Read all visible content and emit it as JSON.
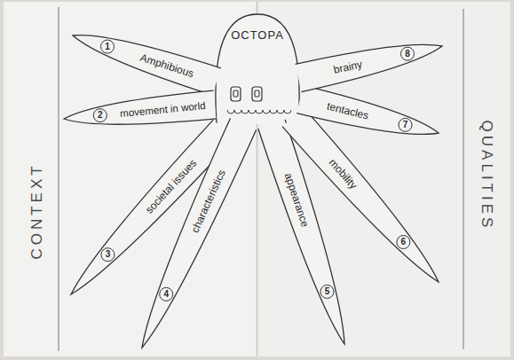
{
  "diagram": {
    "nodes": [
      {
        "text": [
          "OCTOPA"
        ]
      },
      {
        "text": [
          "Amphibious"
        ]
      },
      {
        "text": [
          "1"
        ],
        "in": 1
      },
      {
        "text": [
          "movement in world"
        ]
      },
      {
        "text": [
          "2"
        ],
        "in": 3
      },
      {
        "text": [
          "societal issues"
        ]
      },
      {
        "text": [
          "3"
        ],
        "in": 5
      },
      {
        "text": [
          "characteristics"
        ]
      },
      {
        "text": [
          "4"
        ],
        "in": 7
      },
      {
        "text": [
          "appearance"
        ]
      },
      {
        "text": [
          "5"
        ],
        "in": 9
      },
      {
        "text": [
          "mobility"
        ]
      },
      {
        "text": [
          "6"
        ],
        "in": 11
      },
      {
        "text": [
          "tentacles"
        ]
      },
      {
        "text": [
          "7"
        ],
        "in": 13
      },
      {
        "text": [
          "brainy"
        ]
      },
      {
        "text": [
          "8"
        ],
        "in": 15
      }
    ],
    "labels": [
      "CONTEXT",
      "QUALITIES"
    ]
  }
}
